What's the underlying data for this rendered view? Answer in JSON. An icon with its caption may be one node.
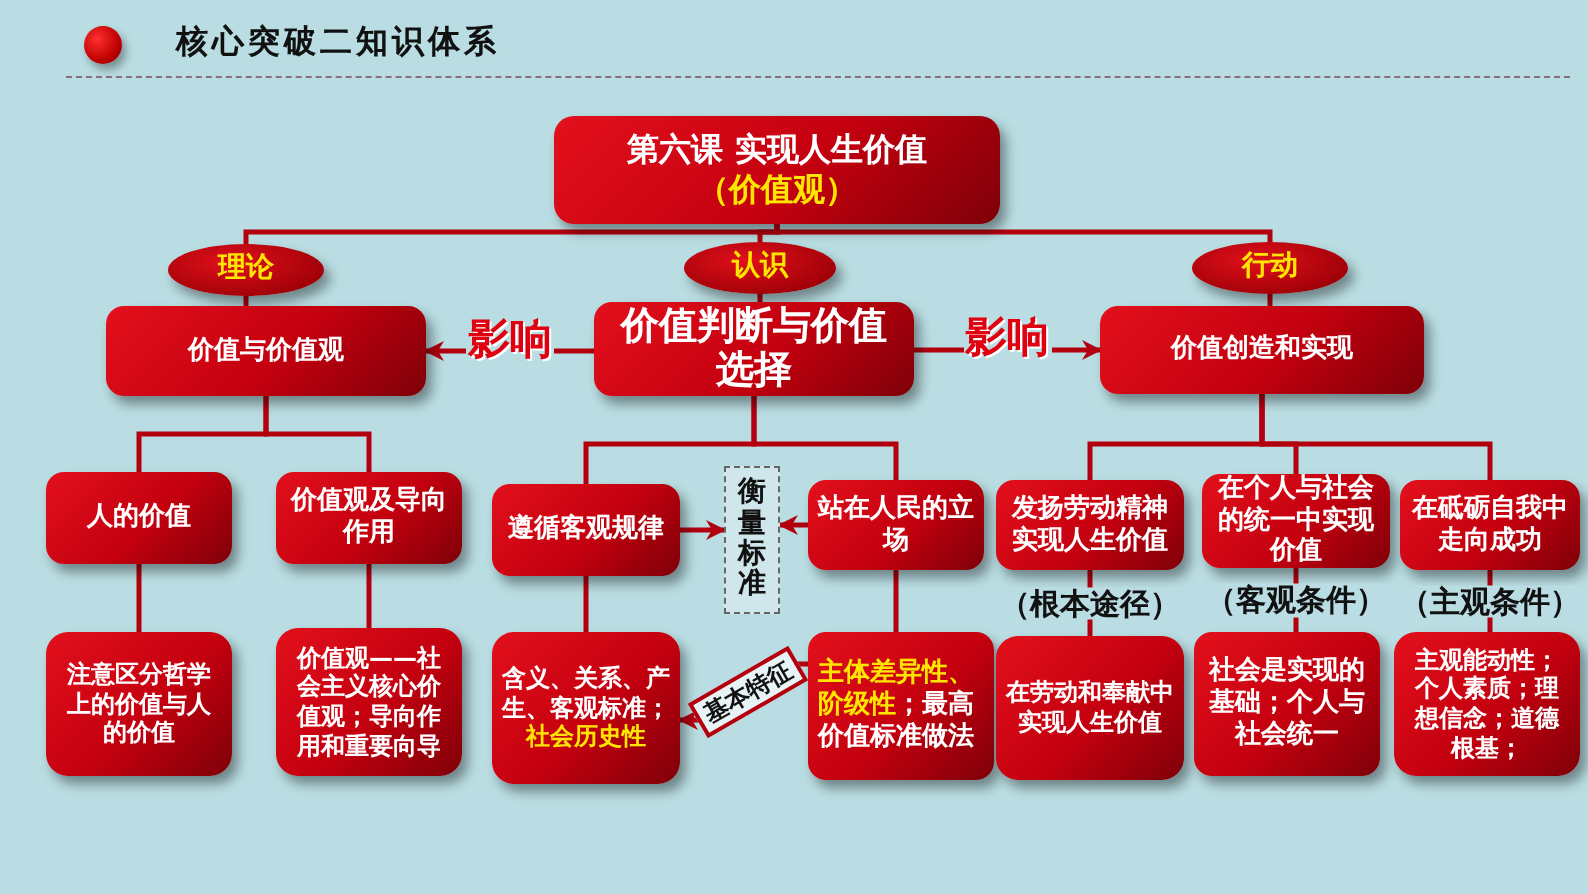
{
  "diagram": {
    "title": "核心突破二知识体系",
    "nodes": [
      {
        "text": [
          "第六课 实现人生价值",
          "（价值观）"
        ]
      },
      {
        "text": [
          "理论"
        ]
      },
      {
        "text": [
          "认识"
        ]
      },
      {
        "text": [
          "行动"
        ]
      },
      {
        "text": [
          "价值与价值观"
        ]
      },
      {
        "text": [
          "价值判断与价值选择"
        ]
      },
      {
        "text": [
          "价值创造和实现"
        ]
      },
      {
        "text": [
          "人的价值"
        ]
      },
      {
        "text": [
          "价值观及导向作用"
        ]
      },
      {
        "text": [
          "遵循客观规律"
        ]
      },
      {
        "text": [
          "衡量标准"
        ]
      },
      {
        "text": [
          "站在人民的立场"
        ]
      },
      {
        "text": [
          "发扬劳动精神实现人生价值"
        ]
      },
      {
        "text": [
          "在个人与社会的统一中实现价值"
        ]
      },
      {
        "text": [
          "在砥砺自我中走向成功"
        ]
      },
      {
        "text": [
          "注意区分哲学上的价值与人的价值"
        ]
      },
      {
        "text": [
          "价值观——社会主义核心价值观；导向作用和重要向导"
        ]
      },
      {
        "text": [
          "含义、关系、产生、客观标准；",
          "社会历史性"
        ]
      },
      {
        "text": [
          "主体差异性、阶级性",
          "；最高价值标准做法"
        ]
      },
      {
        "text": [
          "在劳动和奉献中实现人生价值"
        ]
      },
      {
        "text": [
          "社会是实现的基础；个人与社会统一"
        ]
      },
      {
        "text": [
          "主观能动性；个人素质；理想信念；道德根基；"
        ]
      },
      {
        "text": [
          "基本特征"
        ]
      }
    ],
    "edges": [
      {
        "from": 0,
        "to": 1,
        "arrow": "none"
      },
      {
        "from": 0,
        "to": 2,
        "arrow": "none"
      },
      {
        "from": 0,
        "to": 3,
        "arrow": "none"
      },
      {
        "from": 1,
        "to": 4,
        "arrow": "none"
      },
      {
        "from": 2,
        "to": 5,
        "arrow": "none"
      },
      {
        "from": 3,
        "to": 6,
        "arrow": "none"
      },
      {
        "from": 5,
        "to": 4,
        "arrow": "to",
        "label": "影响"
      },
      {
        "from": 5,
        "to": 6,
        "arrow": "to",
        "label": "影响"
      },
      {
        "from": 4,
        "to": 7,
        "arrow": "none"
      },
      {
        "from": 4,
        "to": 8,
        "arrow": "none"
      },
      {
        "from": 5,
        "to": 9,
        "arrow": "none"
      },
      {
        "from": 5,
        "to": 11,
        "arrow": "none"
      },
      {
        "from": 6,
        "to": 12,
        "arrow": "none"
      },
      {
        "from": 6,
        "to": 13,
        "arrow": "none"
      },
      {
        "from": 6,
        "to": 14,
        "arrow": "none"
      },
      {
        "from": 9,
        "to": 10,
        "arrow": "to"
      },
      {
        "from": 11,
        "to": 10,
        "arrow": "to"
      },
      {
        "from": 7,
        "to": 15,
        "arrow": "none"
      },
      {
        "from": 8,
        "to": 16,
        "arrow": "none"
      },
      {
        "from": 9,
        "to": 17,
        "arrow": "none"
      },
      {
        "from": 11,
        "to": 18,
        "arrow": "none"
      },
      {
        "from": 12,
        "to": 19,
        "arrow": "none",
        "label": "（根本途径）"
      },
      {
        "from": 13,
        "to": 20,
        "arrow": "none",
        "label": "（客观条件）"
      },
      {
        "from": 14,
        "to": 21,
        "arrow": "none",
        "label": "（主观条件）"
      },
      {
        "from": 22,
        "to": 17,
        "arrow": "to"
      },
      {
        "from": 18,
        "to": 22,
        "arrow": "none"
      }
    ]
  }
}
